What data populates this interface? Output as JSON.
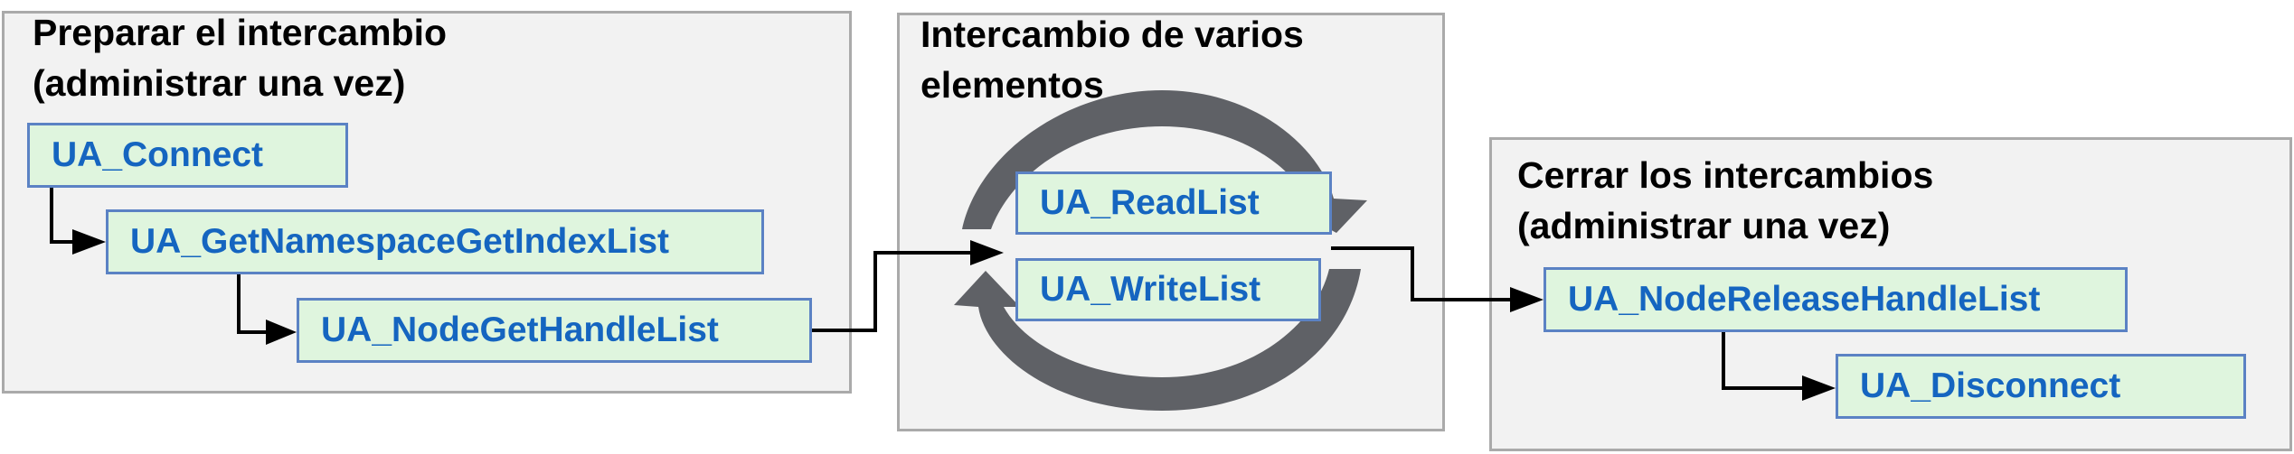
{
  "groups": {
    "prepare": {
      "title_line1": "Preparar el intercambio",
      "title_line2": "(administrar una vez)",
      "nodes": [
        "UA_Connect",
        "UA_GetNamespaceGetIndexList",
        "UA_NodeGetHandleList"
      ]
    },
    "exchange": {
      "title_line1": "Intercambio de varios",
      "title_line2": "elementos",
      "nodes": [
        "UA_ReadList",
        "UA_WriteList"
      ]
    },
    "close": {
      "title_line1": "Cerrar los intercambios",
      "title_line2": "(administrar una vez)",
      "nodes": [
        "UA_NodeReleaseHandleList",
        "UA_Disconnect"
      ]
    }
  },
  "colors": {
    "node_fill": "#dff5de",
    "node_border": "#5b82c4",
    "node_text": "#1565c0",
    "group_fill": "#f2f2f2",
    "group_border": "#aaaaaa",
    "cycle_arrow": "#5f6166",
    "connector": "#000000"
  }
}
